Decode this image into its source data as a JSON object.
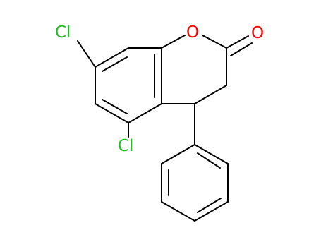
{
  "molecule": {
    "atoms": {
      "cl_upper": "Cl",
      "cl_lower": "Cl",
      "ring_oxygen": "O",
      "carbonyl_oxygen": "O"
    },
    "colors": {
      "bond": "#000000",
      "chlorine": "#1fbf1f",
      "oxygen": "#ff0000"
    }
  }
}
